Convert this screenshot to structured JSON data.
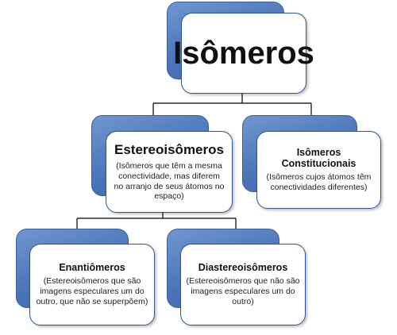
{
  "colors": {
    "back_box": "#4a74b8",
    "front_border": "#2f5598",
    "connector": "#000000",
    "background": "#ffffff"
  },
  "nodes": {
    "root": {
      "title": "Isômeros"
    },
    "estereo": {
      "title": "Estereoisômeros",
      "desc": "(Isômeros que têm a mesma conectividade, mas diferem no arranjo de seus átomos no espaço)"
    },
    "constitucionais": {
      "title": "Isômeros Constitucionais",
      "desc": "(Isômeros cujos átomos têm conectividades diferentes)"
    },
    "enantiomeros": {
      "title": "Enantiômeros",
      "desc": "(Estereoisômeros que são imagens especulares um do outro, que não se superpõem)"
    },
    "diastereoisomeros": {
      "title": "Diastereoisômeros",
      "desc": "(Estereoisômeros que não são imagens especulares um do outro)"
    }
  }
}
